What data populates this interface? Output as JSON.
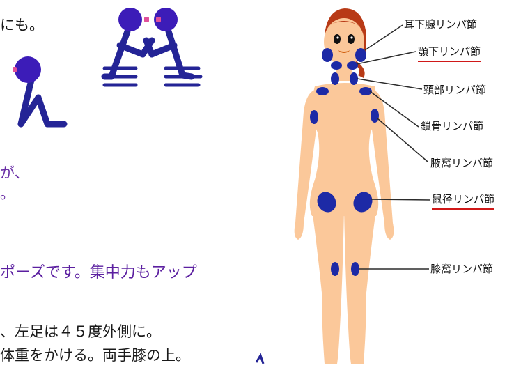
{
  "text": {
    "line1": "にも。",
    "line2": "が、",
    "line3": "。",
    "heading": "ポーズです。集中力もアップ",
    "body1": "、左足は４５度外側に。",
    "body2": "体重をかける。両手膝の上。"
  },
  "lymph_labels": [
    {
      "text": "耳下腺リンパ節",
      "underlined": false
    },
    {
      "text": "顎下リンパ節",
      "underlined": true
    },
    {
      "text": "頸部リンパ節",
      "underlined": false
    },
    {
      "text": "鎖骨リンパ節",
      "underlined": false
    },
    {
      "text": "腋窩リンパ節",
      "underlined": false
    },
    {
      "text": "鼠径リンパ節",
      "underlined": true
    },
    {
      "text": "膝窩リンパ節",
      "underlined": false
    }
  ],
  "colors": {
    "skin": "#fbc89a",
    "node": "#1d2aa6",
    "hair": "#b83a16",
    "figure": "#242496",
    "underline": "#d01818"
  }
}
